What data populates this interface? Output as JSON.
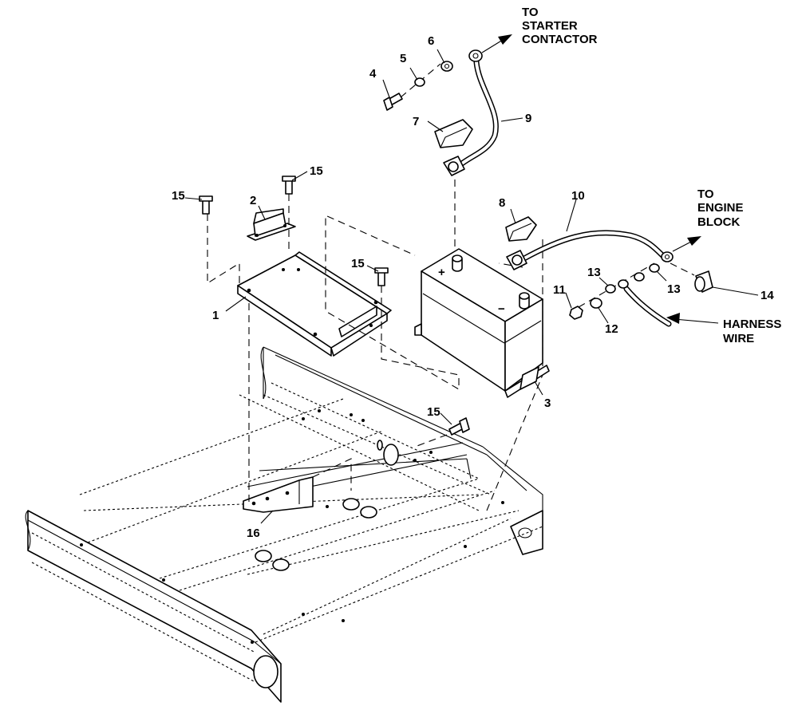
{
  "callouts": {
    "c1": "1",
    "c2": "2",
    "c3": "3",
    "c4": "4",
    "c5": "5",
    "c6": "6",
    "c7": "7",
    "c8": "8",
    "c9": "9",
    "c10": "10",
    "c11": "11",
    "c12": "12",
    "c13a": "13",
    "c13b": "13",
    "c14": "14",
    "c15a": "15",
    "c15b": "15",
    "c15c": "15",
    "c15d": "15",
    "c16": "16"
  },
  "notes": {
    "starter": [
      "TO",
      "STARTER",
      "CONTACTOR"
    ],
    "engine": [
      "TO",
      "ENGINE",
      "BLOCK"
    ],
    "harness": [
      "HARNESS",
      "WIRE"
    ]
  },
  "terminals": {
    "positive": "+",
    "negative": "−"
  }
}
